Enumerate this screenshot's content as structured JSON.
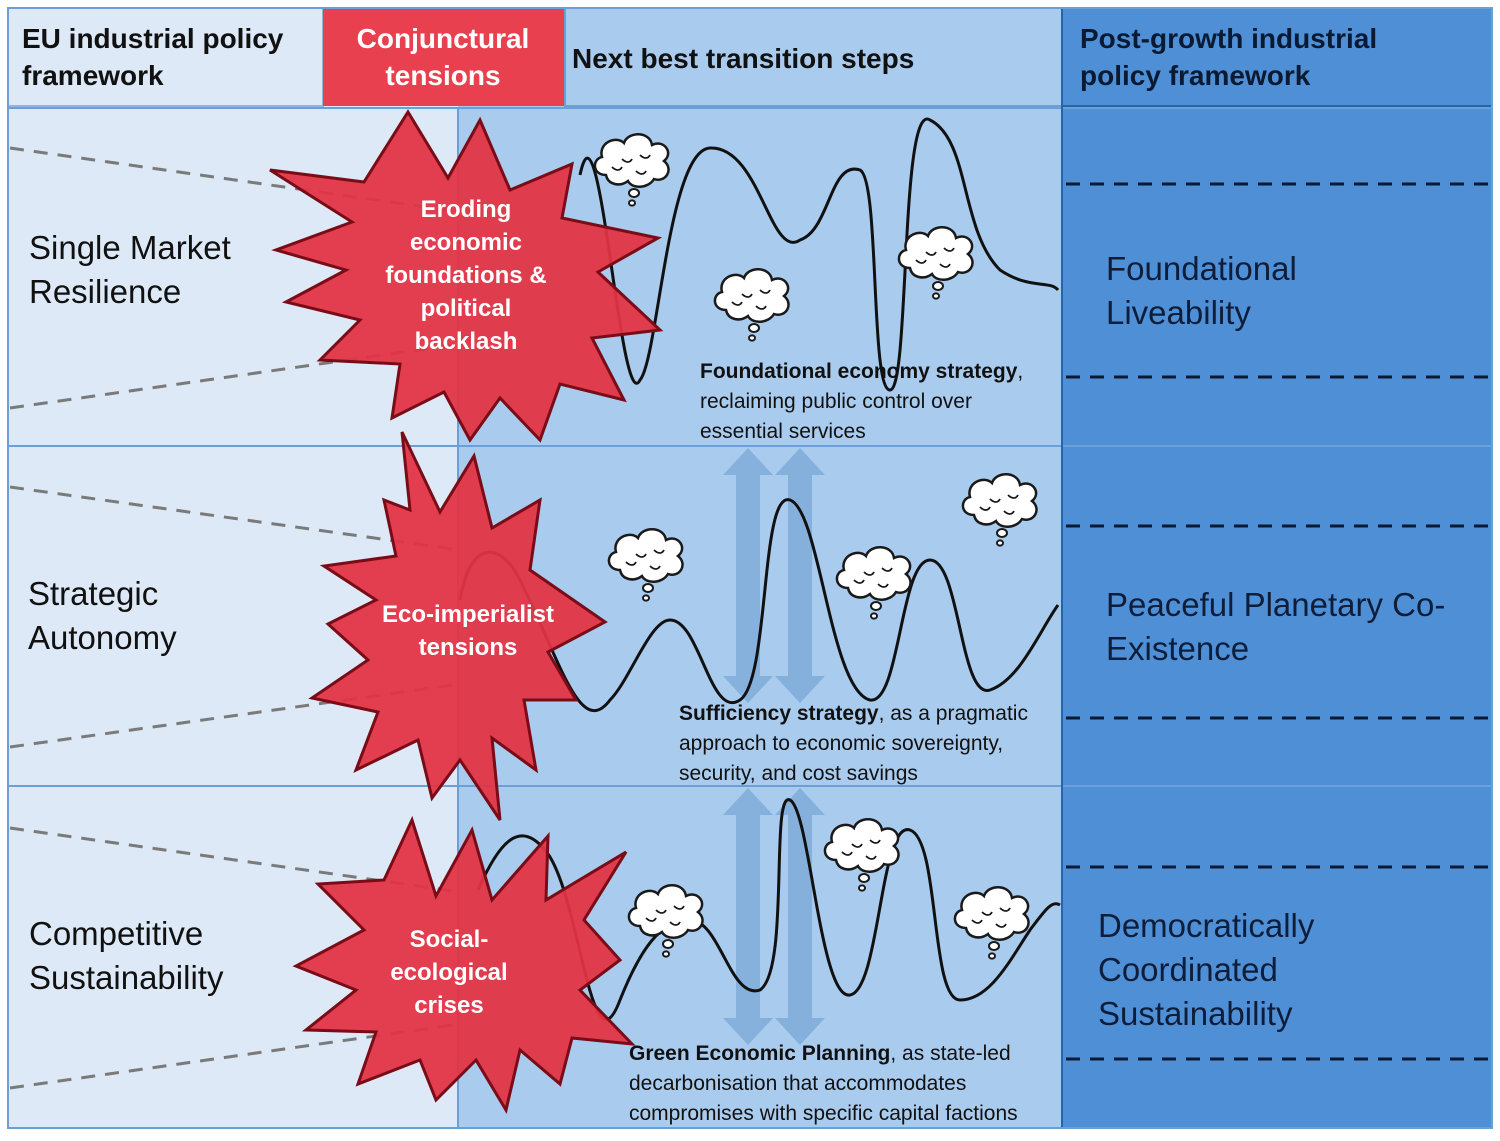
{
  "header": {
    "eu_framework": "EU industrial policy framework",
    "tensions": "Conjunctural tensions",
    "transition_steps": "Next best transition steps",
    "post_growth": "Post-growth industrial policy framework"
  },
  "rows": [
    {
      "eu_label": "Single Market Resilience",
      "tension": "Eroding economic foundations & political backlash",
      "step_title": "Foundational economy strategy",
      "step_text": ", reclaiming public control over essential services",
      "post_label": "Foundational Liveability"
    },
    {
      "eu_label": "Strategic Autonomy",
      "tension": "Eco-imperialist tensions",
      "step_title": "Sufficiency strategy",
      "step_text": ", as a pragmatic approach to economic sovereignty, security, and cost savings",
      "post_label": "Peaceful Planetary Co-Existence"
    },
    {
      "eu_label": "Competitive Sustainability",
      "tension": "Social-ecological crises",
      "step_title": "Green Economic Planning",
      "step_text": ", as state-led decarbonisation that  accommodates compromises with specific capital factions",
      "post_label": "Democratically Coordinated Sustainability"
    }
  ],
  "colors": {
    "eu_column": "#dde9f7",
    "transition_column": "#a9cbee",
    "post_column": "#4f8fd6",
    "header_red": "#e8404e",
    "burst": "#e23344",
    "grid_line": "#6a9fd8",
    "arrow": "#7aa8d6"
  },
  "icons": [
    "thought-cloud-icon",
    "burst-icon",
    "double-arrow-icon"
  ]
}
